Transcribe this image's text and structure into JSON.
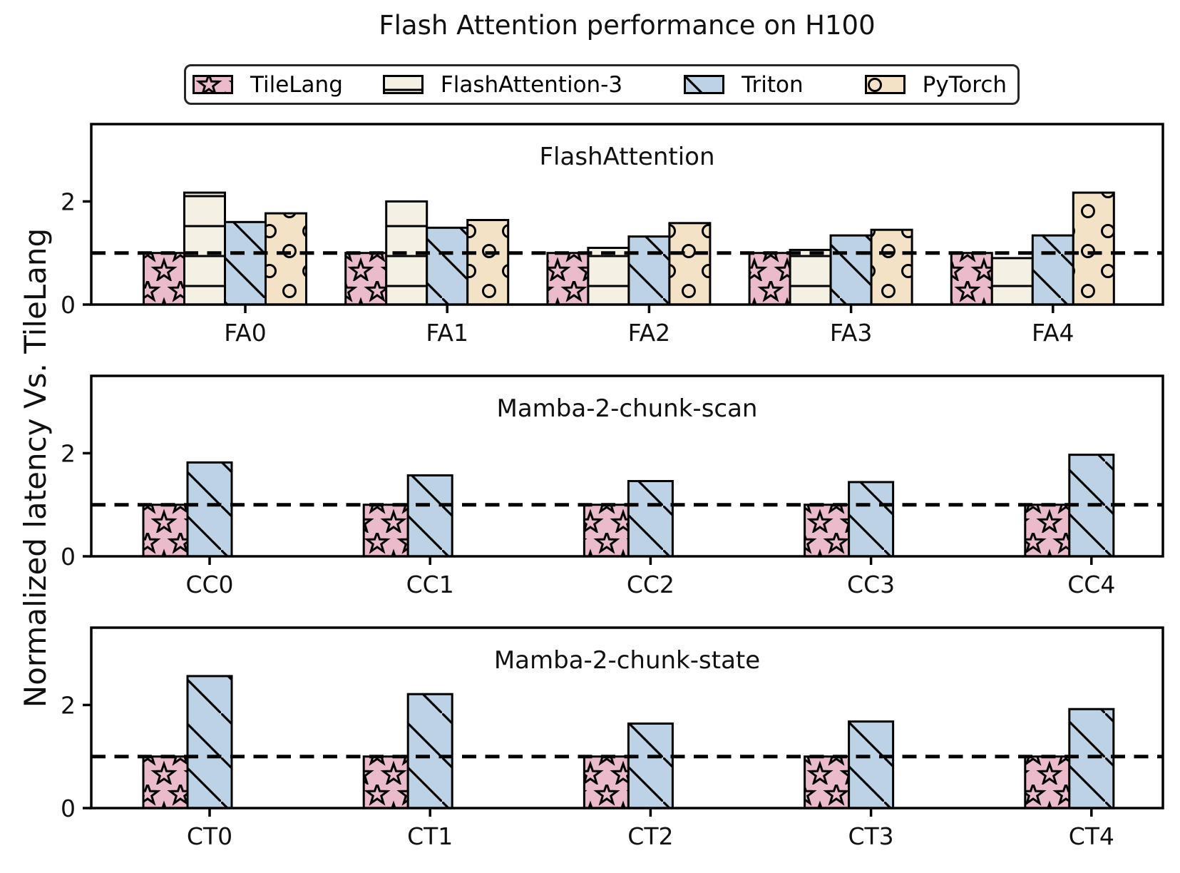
{
  "title": "Flash Attention performance on H100",
  "ylabel": "Normalized latency Vs. TileLang",
  "legend": {
    "entries": [
      {
        "label": "TileLang",
        "color": "#eabccb",
        "hatch": "star"
      },
      {
        "label": "FlashAttention-3",
        "color": "#f5f0e4",
        "hatch": "hlines"
      },
      {
        "label": "Triton",
        "color": "#bdd2e4",
        "hatch": "diag"
      },
      {
        "label": "PyTorch",
        "color": "#f3e2c6",
        "hatch": "circle"
      }
    ]
  },
  "colors": {
    "edge": "#000000",
    "reference_line": "#000000",
    "spine": "#000000"
  },
  "chart_data": [
    {
      "type": "bar",
      "title": "FlashAttention",
      "categories": [
        "FA0",
        "FA1",
        "FA2",
        "FA3",
        "FA4"
      ],
      "series": [
        {
          "name": "TileLang",
          "values": [
            1.0,
            1.0,
            1.0,
            1.0,
            1.0
          ]
        },
        {
          "name": "FlashAttention-3",
          "values": [
            2.17,
            2.0,
            1.1,
            1.06,
            0.9
          ]
        },
        {
          "name": "Triton",
          "values": [
            1.6,
            1.49,
            1.32,
            1.34,
            1.34
          ]
        },
        {
          "name": "PyTorch",
          "values": [
            1.77,
            1.64,
            1.58,
            1.45,
            2.17
          ]
        }
      ],
      "ylim": [
        0,
        3.5
      ],
      "yticks": [
        0,
        2
      ],
      "reference_line": 1.0,
      "grid": false
    },
    {
      "type": "bar",
      "title": "Mamba-2-chunk-scan",
      "categories": [
        "CC0",
        "CC1",
        "CC2",
        "CC3",
        "CC4"
      ],
      "series": [
        {
          "name": "TileLang",
          "values": [
            1.0,
            1.0,
            1.0,
            1.0,
            1.0
          ]
        },
        {
          "name": "Triton",
          "values": [
            1.82,
            1.57,
            1.46,
            1.44,
            1.97
          ]
        }
      ],
      "ylim": [
        0,
        3.5
      ],
      "yticks": [
        0,
        2
      ],
      "reference_line": 1.0,
      "grid": false
    },
    {
      "type": "bar",
      "title": "Mamba-2-chunk-state",
      "categories": [
        "CT0",
        "CT1",
        "CT2",
        "CT3",
        "CT4"
      ],
      "series": [
        {
          "name": "TileLang",
          "values": [
            1.0,
            1.0,
            1.0,
            1.0,
            1.0
          ]
        },
        {
          "name": "Triton",
          "values": [
            2.56,
            2.21,
            1.64,
            1.68,
            1.92
          ]
        }
      ],
      "ylim": [
        0,
        3.5
      ],
      "yticks": [
        0,
        2
      ],
      "reference_line": 1.0,
      "grid": false
    }
  ]
}
